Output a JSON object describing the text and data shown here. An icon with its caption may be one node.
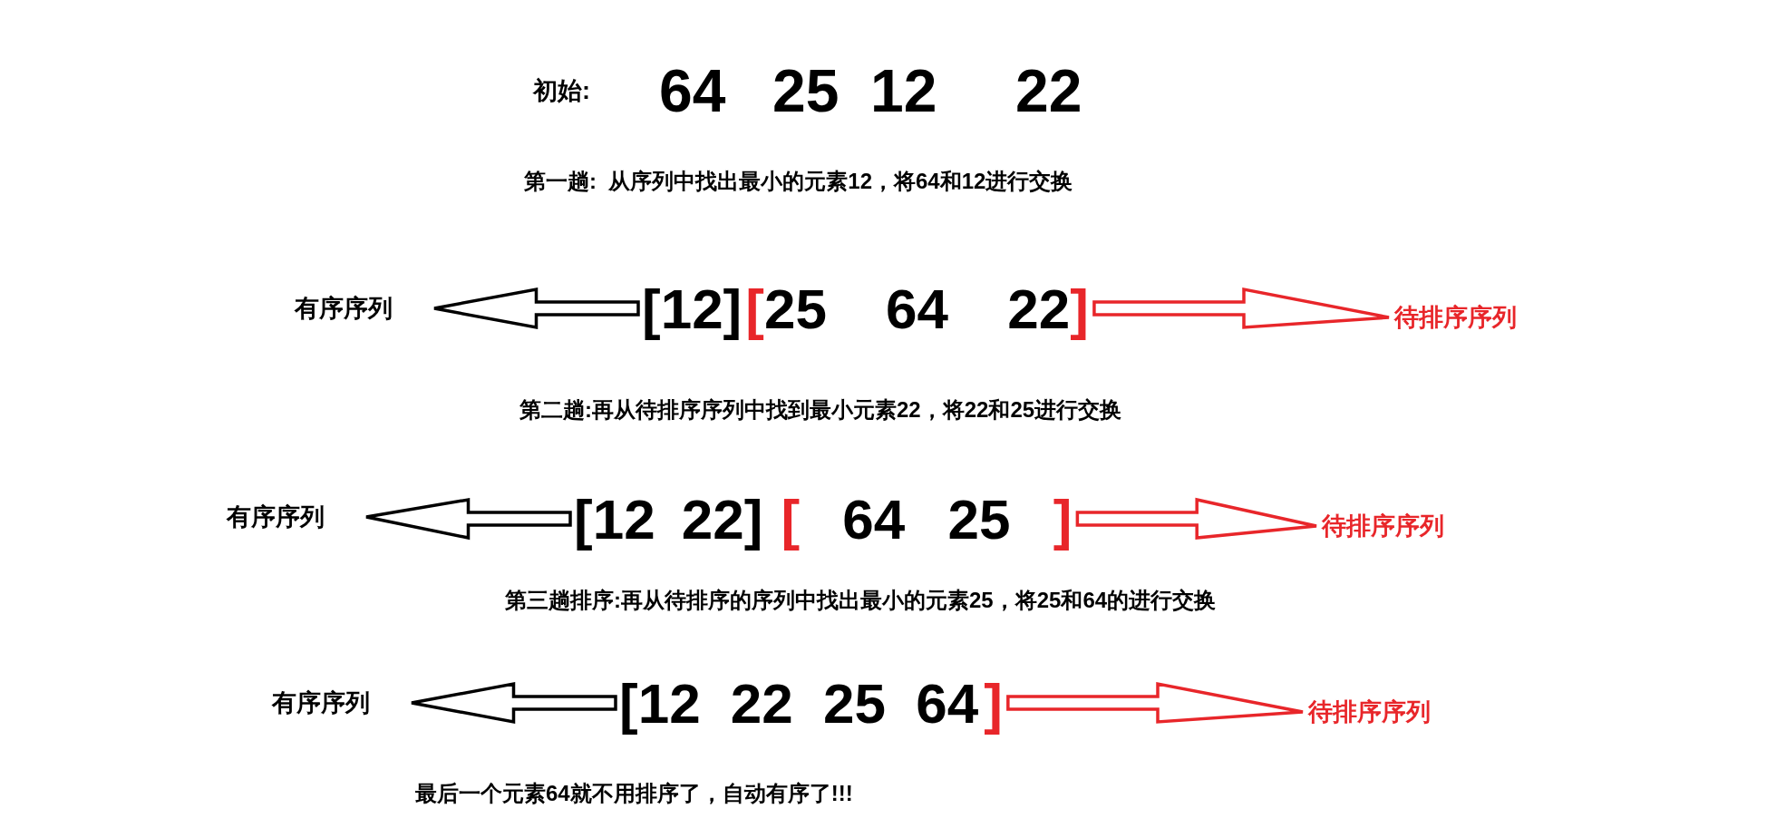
{
  "diagram": {
    "nodes": [
      {
        "text": [
          "有序序列"
        ]
      },
      {
        "text": [
          "[12]"
        ]
      },
      {
        "text": [
          "[25 64 22]"
        ]
      },
      {
        "text": [
          "待排序序列"
        ]
      },
      {
        "text": [
          "有序序列"
        ]
      },
      {
        "text": [
          "[12 22]"
        ]
      },
      {
        "text": [
          "[ 64 25 ]"
        ]
      },
      {
        "text": [
          "待排序序列"
        ]
      },
      {
        "text": [
          "有序序列"
        ]
      },
      {
        "text": [
          "[12 22 25 64"
        ]
      },
      {
        "text": [
          "]"
        ]
      },
      {
        "text": [
          "待排序序列"
        ]
      }
    ],
    "edges": [
      {
        "from": 1,
        "to": 0,
        "arrow": "to"
      },
      {
        "from": 2,
        "to": 3,
        "arrow": "to",
        "color": "#e8262a"
      },
      {
        "from": 5,
        "to": 4,
        "arrow": "to"
      },
      {
        "from": 6,
        "to": 7,
        "arrow": "to",
        "color": "#e8262a"
      },
      {
        "from": 9,
        "to": 8,
        "arrow": "to"
      },
      {
        "from": 10,
        "to": 11,
        "arrow": "to",
        "color": "#e8262a"
      }
    ],
    "labels": [
      "初始:",
      "64",
      "25",
      "12",
      "22",
      "第一趟:  从序列中找出最小的元素12，将64和12进行交换",
      "第二趟:再从待排序序列中找到最小元素22，将22和25进行交换",
      "第三趟排序:再从待排序的序列中找出最小的元素25，将25和64的进行交换",
      "最后一个元素64就不用排序了，自动有序了!!!"
    ]
  }
}
